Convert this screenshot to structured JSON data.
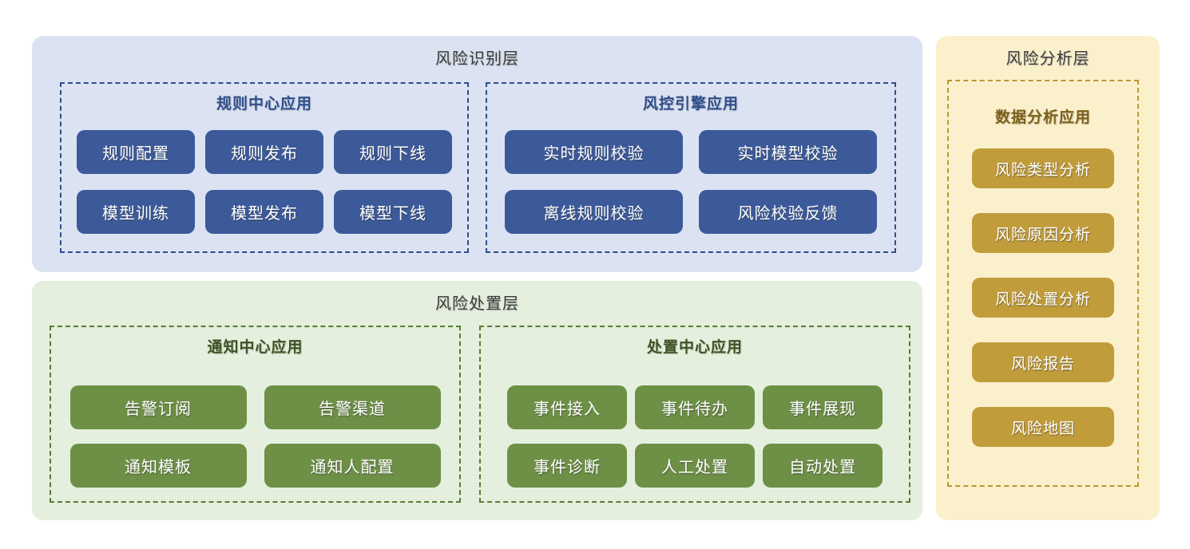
{
  "layers": {
    "identification": {
      "title": "风险识别层",
      "groups": [
        {
          "title": "规则中心应用",
          "buttons": [
            "规则配置",
            "规则发布",
            "规则下线",
            "模型训练",
            "模型发布",
            "模型下线"
          ]
        },
        {
          "title": "风控引擎应用",
          "buttons": [
            "实时规则校验",
            "实时模型校验",
            "离线规则校验",
            "风险校验反馈"
          ]
        }
      ]
    },
    "disposal": {
      "title": "风险处置层",
      "groups": [
        {
          "title": "通知中心应用",
          "buttons": [
            "告警订阅",
            "告警渠道",
            "通知模板",
            "通知人配置"
          ]
        },
        {
          "title": "处置中心应用",
          "buttons": [
            "事件接入",
            "事件待办",
            "事件展现",
            "事件诊断",
            "人工处置",
            "自动处置"
          ]
        }
      ]
    },
    "analysis": {
      "title": "风险分析层",
      "groups": [
        {
          "title": "数据分析应用",
          "buttons": [
            "风险类型分析",
            "风险原因分析",
            "风险处置分析",
            "风险报告",
            "风险地图"
          ]
        }
      ]
    }
  },
  "colors": {
    "identification_bg": "#dbe3f2",
    "identification_node": "#3c5a9a",
    "identification_border": "#2e4d8c",
    "identification_title": "#2f4e8c",
    "disposal_bg": "#e5efdd",
    "disposal_node": "#6d9046",
    "disposal_border": "#567d33",
    "disposal_title": "#3d5424",
    "analysis_bg": "#fbf0cc",
    "analysis_node": "#c19c3b",
    "analysis_border": "#bd9533",
    "analysis_title": "#7c6017",
    "layer_title_text": "#3d3d3d",
    "node_text": "#ffffff"
  }
}
